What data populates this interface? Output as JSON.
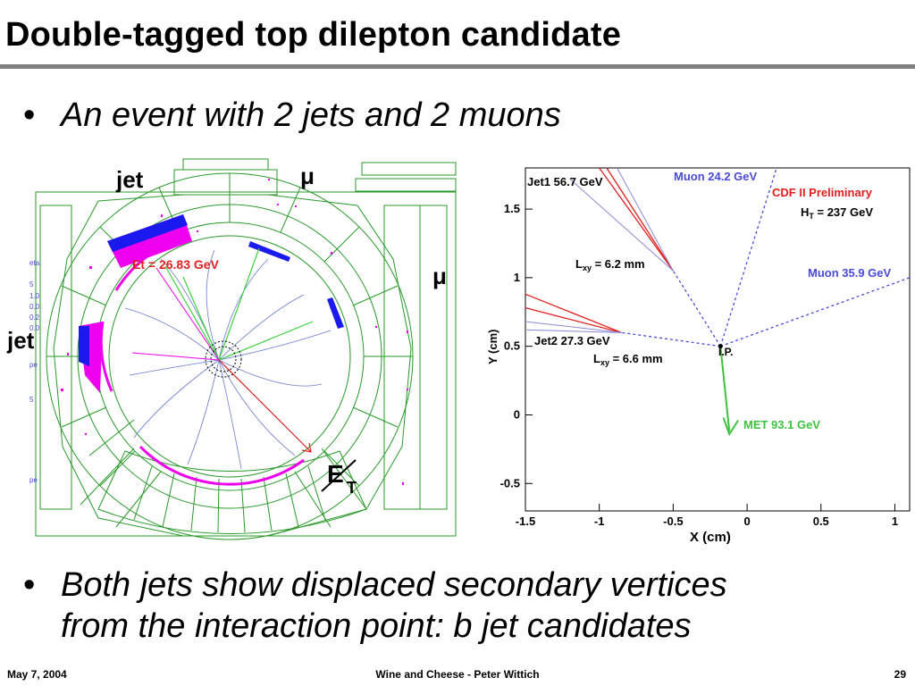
{
  "slide": {
    "title": "Double-tagged top dilepton candidate",
    "bullet1": "An event with 2 jets and 2 muons",
    "bullet2_line1": "Both jets show displaced secondary vertices",
    "bullet2_line2": "from the interaction point: b jet candidates",
    "bullet_symbol": "•"
  },
  "event_display": {
    "label_jet_top": "jet",
    "label_jet_left": "jet",
    "label_mu_top": "μ",
    "label_mu_right": "μ",
    "et_tag": "Et =  26.83 GeV",
    "met_label_E": "E",
    "met_label_T": "T",
    "side_text": [
      "eta",
      "5",
      "1.0",
      "0.0",
      "0.2",
      "0.0",
      "pe",
      "5",
      "pe"
    ]
  },
  "chart_data": {
    "type": "line",
    "title": "",
    "xlabel": "X (cm)",
    "ylabel": "Y (cm)",
    "xlim": [
      -1.5,
      1.1
    ],
    "ylim": [
      -0.7,
      1.8
    ],
    "xticks": [
      -1.5,
      -1,
      -0.5,
      0,
      0.5,
      1
    ],
    "yticks": [
      -0.5,
      0,
      0.5,
      1,
      1.5
    ],
    "ip": {
      "x": -0.18,
      "y": 0.5,
      "label": "I.P."
    },
    "vertices": [
      {
        "name": "sv1",
        "x": -0.5,
        "y": 1.05
      },
      {
        "name": "sv2",
        "x": -0.85,
        "y": 0.6
      }
    ],
    "annotations": {
      "jet1": "Jet1 56.7 GeV",
      "jet2": "Jet2 27.3 GeV",
      "lxy1_main": "L",
      "lxy1_sub": "xy",
      "lxy1_val": " = 6.2 mm",
      "lxy2_main": "L",
      "lxy2_sub": "xy",
      "lxy2_val": " = 6.6 mm",
      "muon1": "Muon 24.2 GeV",
      "muon2": "Muon 35.9 GeV",
      "prelim": "CDF II Preliminary",
      "ht_main": "H",
      "ht_sub": "T",
      "ht_val": " = 237 GeV",
      "met": "MET 93.1 GeV"
    },
    "colors": {
      "jet": "#e02020",
      "jet_track": "#8a8ad8",
      "muon": "#4a4ad8",
      "met": "#40c040",
      "prelim": "#e02020"
    }
  },
  "footer": {
    "date": "May 7, 2004",
    "center": "Wine and Cheese - Peter Wittich",
    "page": "29"
  }
}
